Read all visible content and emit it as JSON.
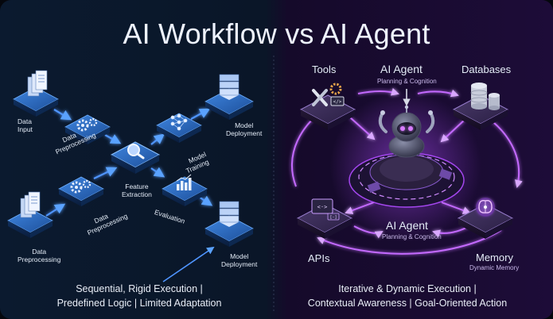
{
  "title": "AI Workflow vs AI Agent",
  "workflow": {
    "nodes": {
      "data_input": [
        "Data",
        "Input"
      ],
      "data_preprocessing_top": [
        "Data",
        "Preprocessing"
      ],
      "feature_extraction": [
        "Feature",
        "Extraction"
      ],
      "model_training": [
        "Model",
        "Training"
      ],
      "model_deployment_top": [
        "Model",
        "Deployment"
      ],
      "data_preprocessing_bottom": [
        "Data",
        "Preprocessing"
      ],
      "data_preprocessing_left": [
        "Data",
        "Preprocessing"
      ],
      "evaluation": "Evaluation",
      "model_deployment_bottom": [
        "Model",
        "Deployment"
      ]
    },
    "caption": [
      "Sequential, Rigid Execution |",
      "Predefined Logic  | Limited Adaptation"
    ]
  },
  "agent": {
    "nodes": {
      "tools": "Tools",
      "agent_top": {
        "title": "AI Agent",
        "subtitle": "Planning & Cognition"
      },
      "databases": "Databases",
      "apis": "APIs",
      "agent_bottom": {
        "title": "AI Agent",
        "subtitle": "Planning & Cognition"
      },
      "memory": {
        "title": "Memory",
        "subtitle": "Dynamic Memory"
      }
    },
    "caption": [
      "Iterative & Dynamic Execution |",
      "Contextual Awareness | Goal-Oriented Action"
    ]
  },
  "colors": {
    "workflow_accent": "#3b7dd8",
    "agent_accent": "#b04cff",
    "title": "#eef3ff"
  },
  "icons": {
    "data_input": "documents-icon",
    "preprocessing": "gears-icon",
    "feature_extraction": "magnifier-icon",
    "model_training": "neural-network-icon",
    "evaluation": "bar-chart-icon",
    "deployment": "server-stack-icon",
    "tools": "tools-icon",
    "agent": "robot-icon",
    "databases": "database-icon",
    "apis": "api-icon",
    "memory": "brain-icon"
  }
}
